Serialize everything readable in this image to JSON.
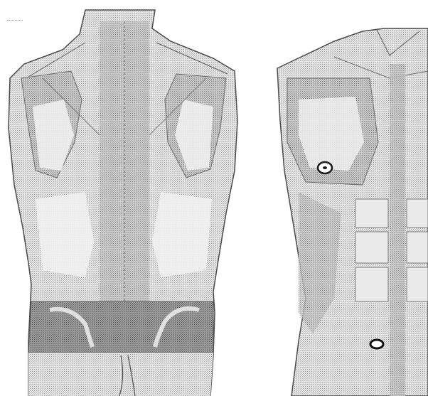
{
  "figure": {
    "subject": "anatomical-torso-illustration",
    "views": [
      {
        "name": "posterior-torso",
        "highlighted_region": "lower-back-band"
      },
      {
        "name": "anterior-torso",
        "markers": [
          "nipple-marker",
          "navel-marker"
        ]
      }
    ]
  },
  "colors": {
    "background": "#ffffff",
    "skin_stipple": "#cfcfcf",
    "muscle_shade": "#b8b8b8",
    "band": "#8e8e8e",
    "outline": "#4a4a4a"
  }
}
